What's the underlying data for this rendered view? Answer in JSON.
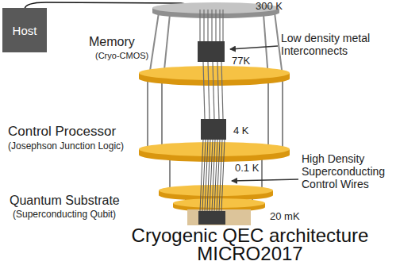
{
  "diagram": {
    "caption": "Cryogenic QEC architecture MICRO2017",
    "nodes": [
      {
        "text": [
          "Host"
        ]
      }
    ],
    "labels": [
      "300 K",
      "Memory",
      "(Cryo-CMOS)",
      "77K",
      "Low density metal Interconnects",
      "Control Processor",
      "(Josephson Junction Logic)",
      "4 K",
      "High Density Superconducting Control Wires",
      "0.1 K",
      "Quantum Substrate",
      "(Superconducting Qubit)",
      "20 mK"
    ]
  }
}
